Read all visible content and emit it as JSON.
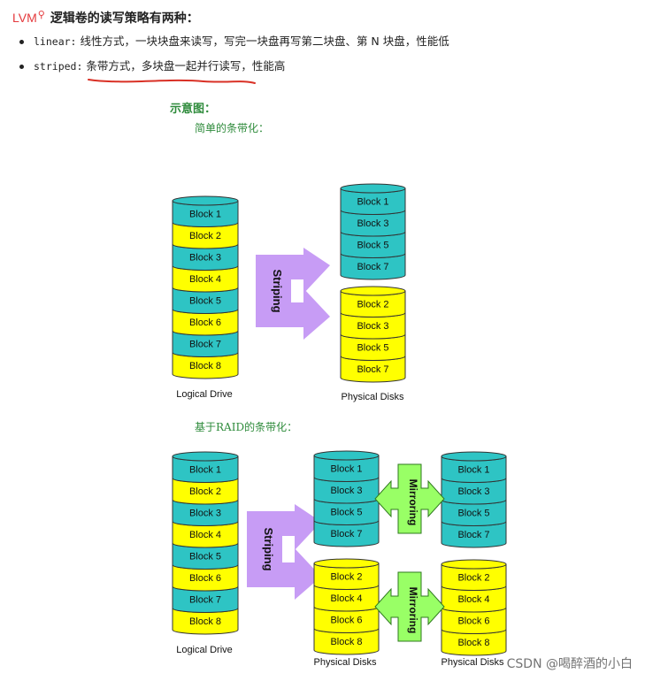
{
  "heading": {
    "lvm": "LVM",
    "title": "逻辑卷的读写策略有两种：",
    "search_icon": "search-icon"
  },
  "bullets": [
    {
      "code": "linear:",
      "text": " 线性方式，一块块盘来读写，写完一块盘再写第二块盘、第 N 块盘，性能低"
    },
    {
      "code": "striped:",
      "text_a": " ",
      "text_b": "条带方式，多块盘一起并行读写",
      "text_c": "，性能高"
    }
  ],
  "captions": {
    "main": "示意图：",
    "simple": "简单的条带化：",
    "raid": "基于RAID的条带化："
  },
  "diagram1": {
    "logical": [
      "Block 1",
      "Block 2",
      "Block 3",
      "Block 4",
      "Block 5",
      "Block 6",
      "Block 7",
      "Block 8"
    ],
    "logical_label": "Logical Drive",
    "arrow_label": "Striping",
    "disk_a": [
      "Block 1",
      "Block 3",
      "Block 5",
      "Block 7"
    ],
    "disk_b": [
      "Block 2",
      "Block 3",
      "Block 5",
      "Block 7"
    ],
    "disks_label": "Physical Disks"
  },
  "diagram2": {
    "logical": [
      "Block 1",
      "Block 2",
      "Block 3",
      "Block 4",
      "Block 5",
      "Block 6",
      "Block 7",
      "Block 8"
    ],
    "logical_label": "Logical Drive",
    "arrow_label": "Striping",
    "mirror_label": "Mirroring",
    "disk_a": [
      "Block 1",
      "Block 3",
      "Block 5",
      "Block 7"
    ],
    "disk_b": [
      "Block 2",
      "Block 4",
      "Block 6",
      "Block 8"
    ],
    "mirror_a": [
      "Block 1",
      "Block 3",
      "Block 5",
      "Block 7"
    ],
    "mirror_b": [
      "Block 2",
      "Block 4",
      "Block 6",
      "Block 8"
    ],
    "disks_label_left": "Physical Disks",
    "disks_label_right": "Physical Disks"
  },
  "watermark": "CSDN @喝醉酒的小白",
  "colors": {
    "teal": "#2ec4c4",
    "yellow": "#ffff00",
    "purple": "#c79cf5",
    "green": "#99ff66",
    "red_underline": "#d93025",
    "caption_green": "#2e8b3b",
    "lvm_red": "#e4393c"
  }
}
